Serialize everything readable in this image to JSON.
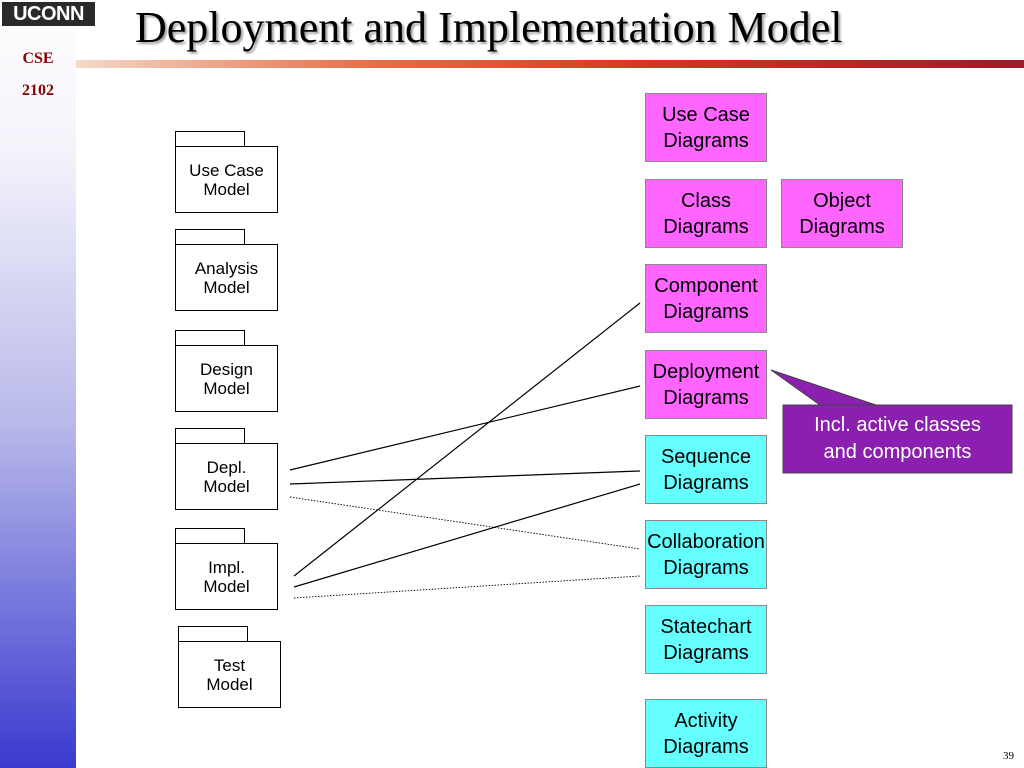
{
  "logo": {
    "text": "UCONN"
  },
  "course": {
    "line1": "CSE",
    "line2": "2102"
  },
  "title": "Deployment and Implementation Model",
  "page_number": "39",
  "models": [
    {
      "label": "Use Case\nModel"
    },
    {
      "label": "Analysis\nModel"
    },
    {
      "label": "Design\nModel"
    },
    {
      "label": "Depl.\nModel"
    },
    {
      "label": "Impl.\nModel"
    },
    {
      "label": "Test\nModel"
    }
  ],
  "diagrams": {
    "use_case": "Use Case\nDiagrams",
    "class": "Class\nDiagrams",
    "object": "Object\nDiagrams",
    "component": "Component\nDiagrams",
    "deployment": "Deployment\nDiagrams",
    "sequence": "Sequence\nDiagrams",
    "collaboration": "Collaboration\nDiagrams",
    "statechart": "Statechart\nDiagrams",
    "activity": "Activity\nDiagrams"
  },
  "callout": {
    "text": "Incl. active classes\nand components"
  },
  "colors": {
    "structural_diagram": "#ff66ff",
    "behavioral_diagram": "#66ffff",
    "callout": "#8b1fb0",
    "rule_end": "#9c1a2a"
  }
}
